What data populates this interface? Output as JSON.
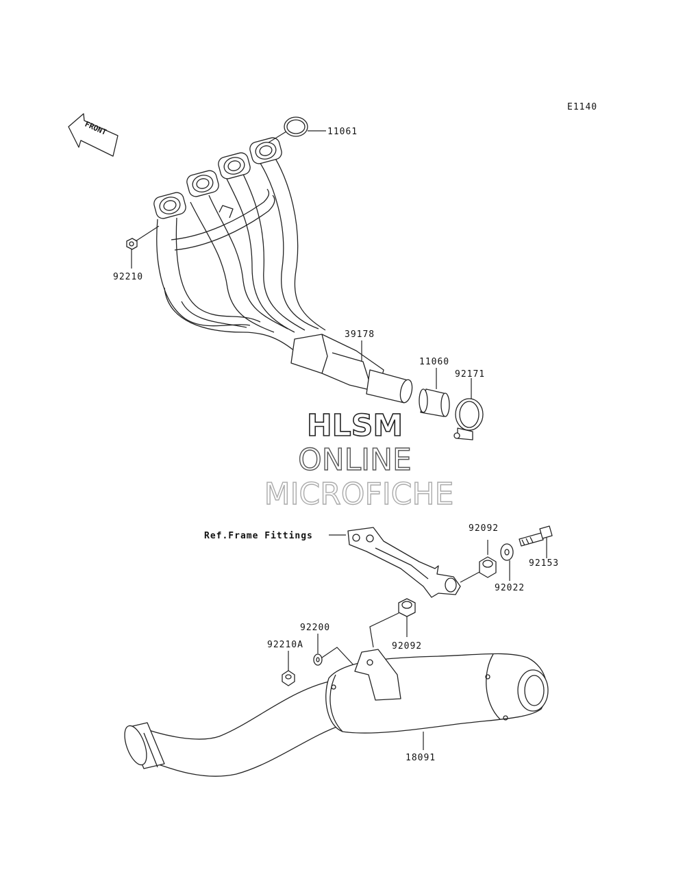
{
  "diagram_code": "E1140",
  "front_label": "FRONT",
  "watermark": {
    "line1": "HLSM",
    "line2": "ONLINE",
    "line3": "MICROFICHE"
  },
  "parts": {
    "p11061": "11061",
    "p92210": "92210",
    "p39178": "39178",
    "p11060": "11060",
    "p92171": "92171",
    "ref_frame": "Ref.Frame Fittings",
    "p92092_top": "92092",
    "p92153": "92153",
    "p92022": "92022",
    "p92092_bottom": "92092",
    "p92200": "92200",
    "p92210A": "92210A",
    "p18091": "18091"
  }
}
